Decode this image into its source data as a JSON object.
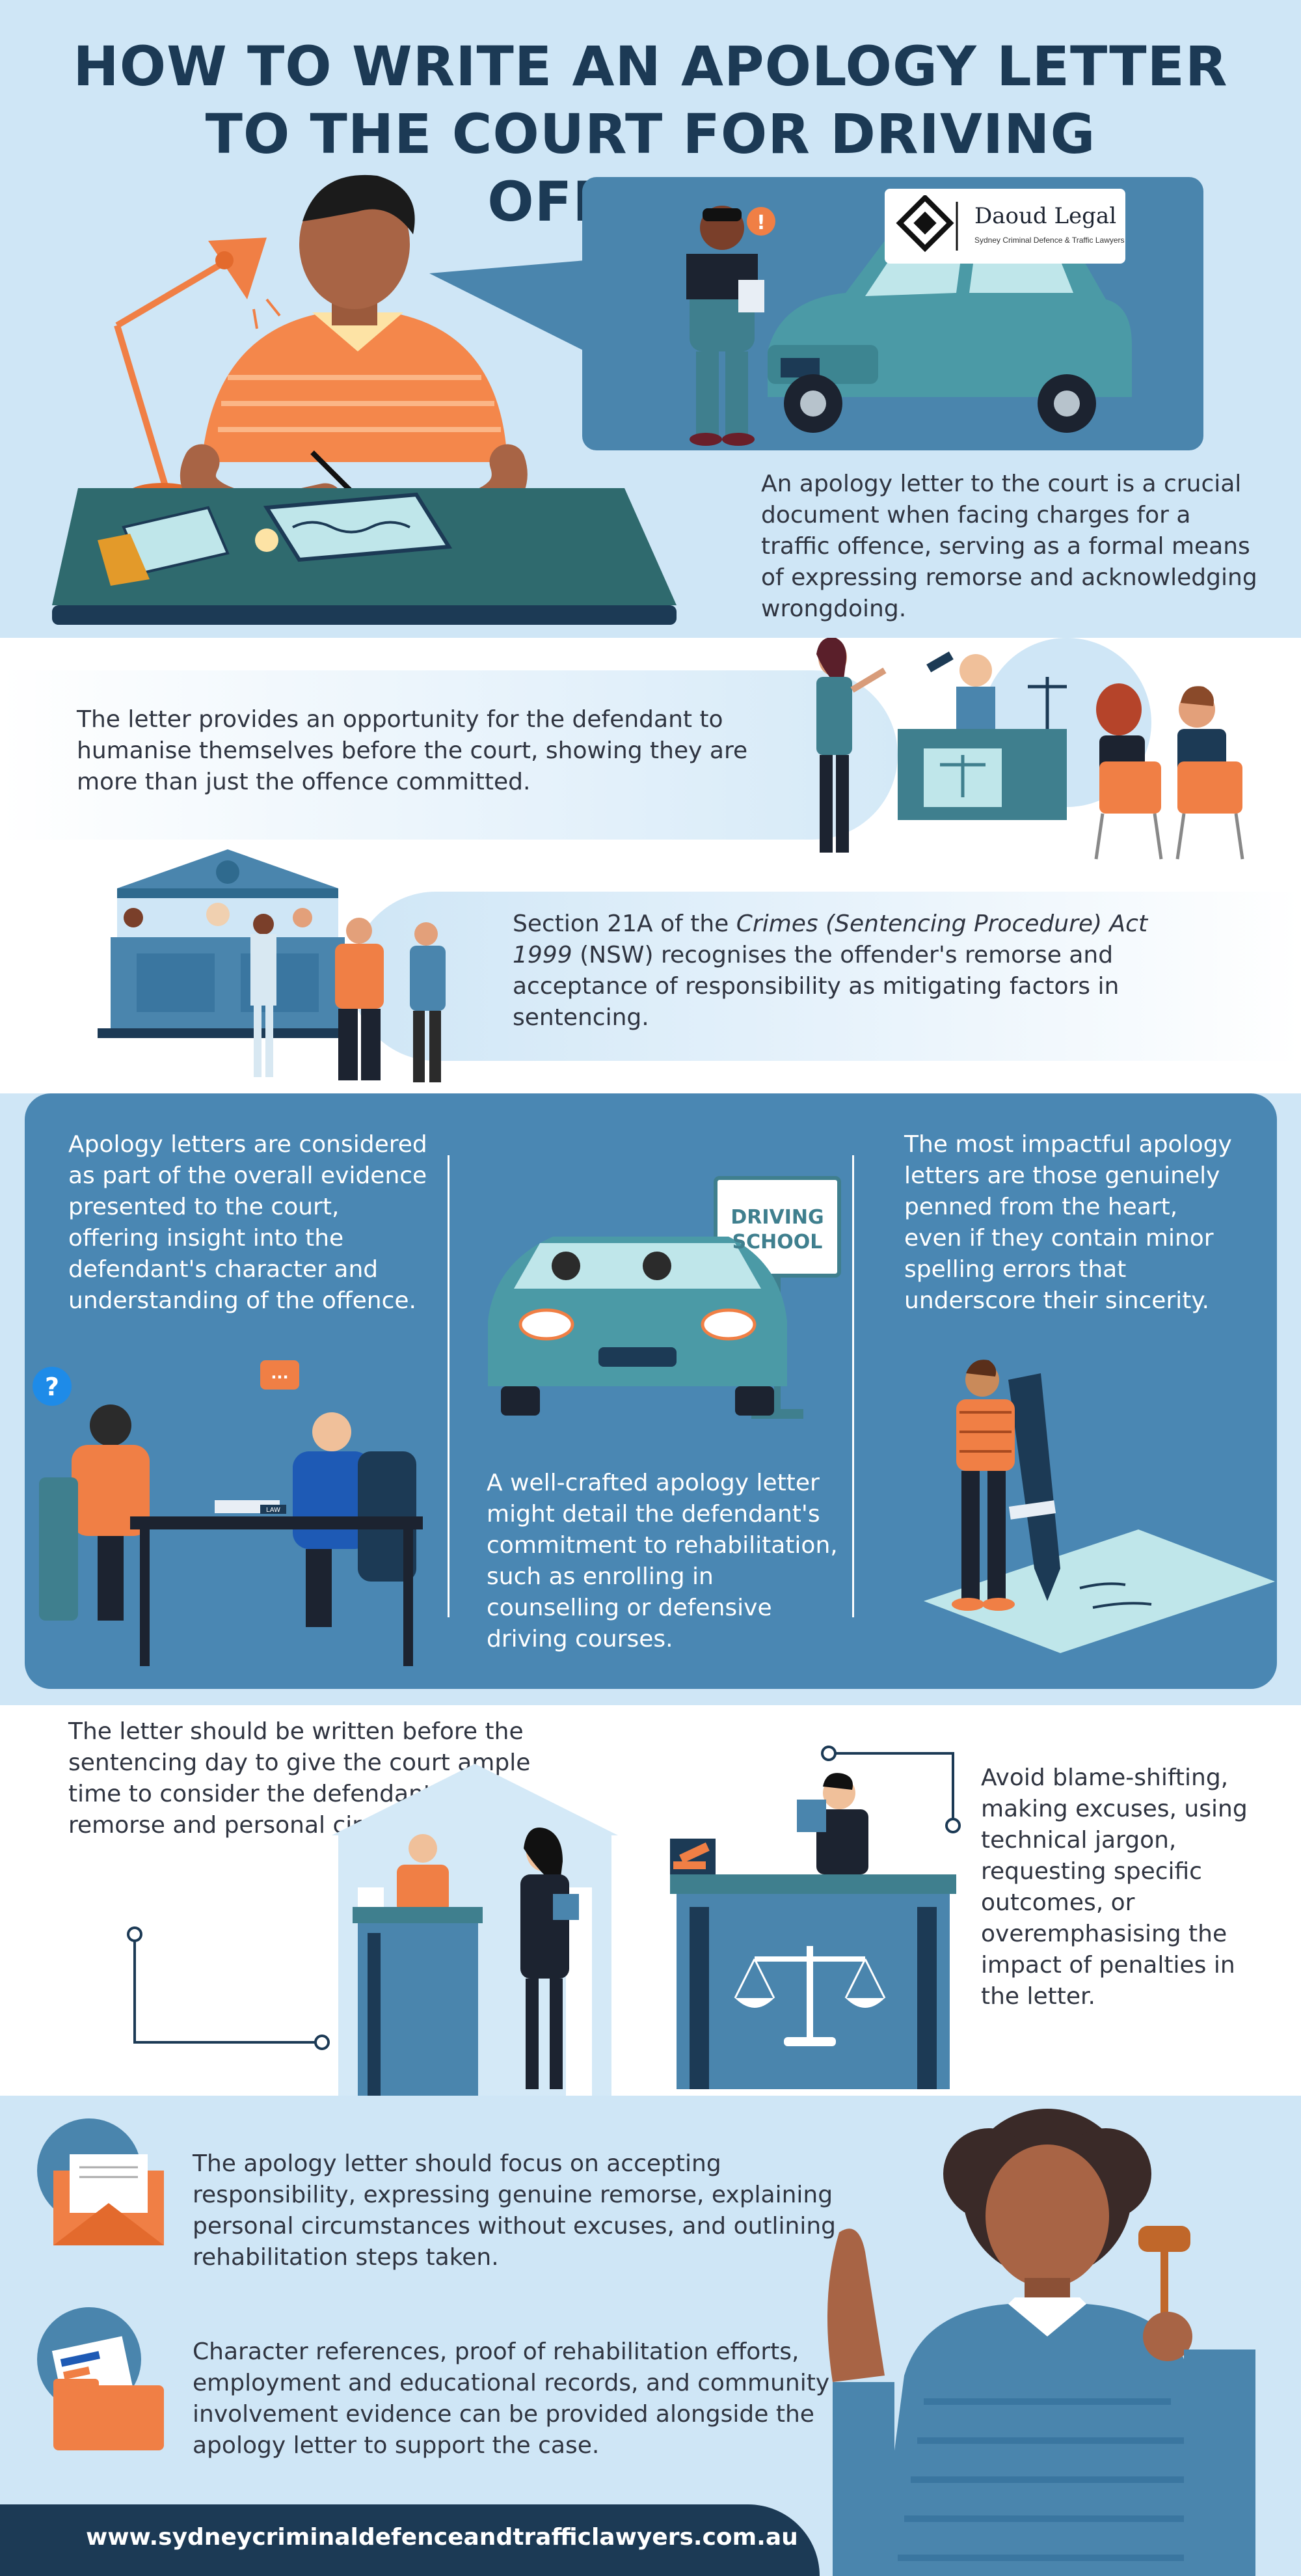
{
  "title": "HOW TO WRITE AN APOLOGY LETTER TO THE COURT FOR DRIVING OFFENCES",
  "logo": {
    "name": "Daoud Legal",
    "tagline": "Sydney Criminal Defence & Traffic Lawyers"
  },
  "sign_driving_school": "DRIVING SCHOOL",
  "intro": "An apology letter to the court is a crucial document when facing charges for a traffic offence, serving as a formal means of expressing remorse and acknowledging wrongdoing.",
  "humanise": "The letter provides an opportunity for the defendant to humanise themselves before the court, showing they are more than just the offence committed.",
  "section21a": {
    "pre": "Section 21A of the ",
    "act": "Crimes (Sentencing Procedure) Act 1999",
    "post": " (NSW) recognises the offender's remorse and acceptance of responsibility as mitigating factors in sentencing."
  },
  "evidence": "Apology letters are considered as part of the overall evidence presented to the court, offering insight into the defendant's character and understanding of the offence.",
  "rehab": "A well-crafted apology letter might detail the defendant's commitment to rehabilitation, such as enrolling in counselling or defensive driving courses.",
  "sincere": "The most impactful apology letters are those genuinely penned from the heart, even if they contain minor spelling errors that underscore their sincerity.",
  "timing": "The letter should be written before the sentencing day to give the court ample time to consider the defendant's remorse and personal circumstances.",
  "avoid": "Avoid blame-shifting, making excuses, using technical jargon, requesting specific outcomes, or overemphasising the impact of penalties in the letter.",
  "focus": "The apology letter should focus on accepting responsibility, expressing genuine remorse, explaining personal circumstances without excuses, and outlining rehabilitation steps taken.",
  "references": "Character references, proof of rehabilitation efforts, employment and educational records, and community involvement evidence can be provided alongside the apology letter to support the case.",
  "footer_url": "www.sydneycriminaldefenceandtrafficlawyers.com.au",
  "icons": {
    "question": "?",
    "chat": "...",
    "law_tag": "LAW"
  },
  "colors": {
    "navy": "#1c3a55",
    "panel_blue": "#4a87b3",
    "light_blue": "#cfe6f6",
    "orange": "#f07f45",
    "teal": "#3f7f8e"
  }
}
